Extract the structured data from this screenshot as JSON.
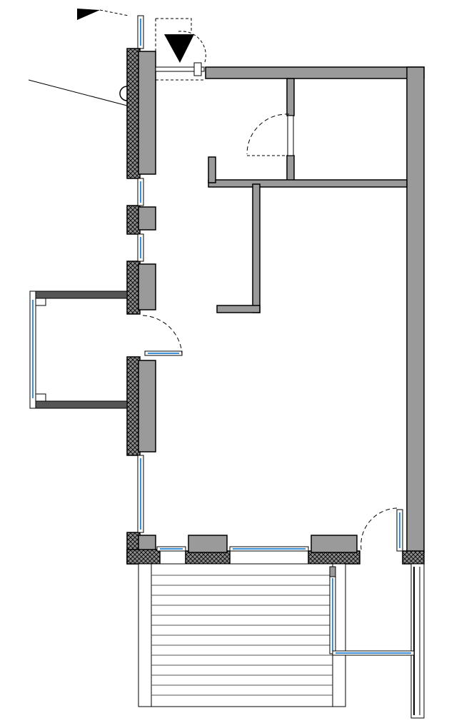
{
  "drawing": {
    "type": "architectural-floor-plan",
    "text_labels": [],
    "colors": {
      "wall_fill": "#9a9a9a",
      "wall_outline": "#000000",
      "masonry_hatch": "#000000",
      "glazing": "#3a8fd6",
      "door_swing": "#000000",
      "deck_lines": "#555555",
      "background": "#ffffff"
    },
    "symbols": [
      {
        "name": "section-marker",
        "shape": "filled-triangle"
      },
      {
        "name": "view-marker",
        "shape": "filled-triangle"
      },
      {
        "name": "column-marker",
        "shape": "circle"
      }
    ],
    "elements": {
      "exterior_walls": "masonry-hatched",
      "interior_walls": "grey-filled",
      "windows": "blue-glazed",
      "doors": "swing-arc",
      "deck": "parallel-boards"
    }
  }
}
